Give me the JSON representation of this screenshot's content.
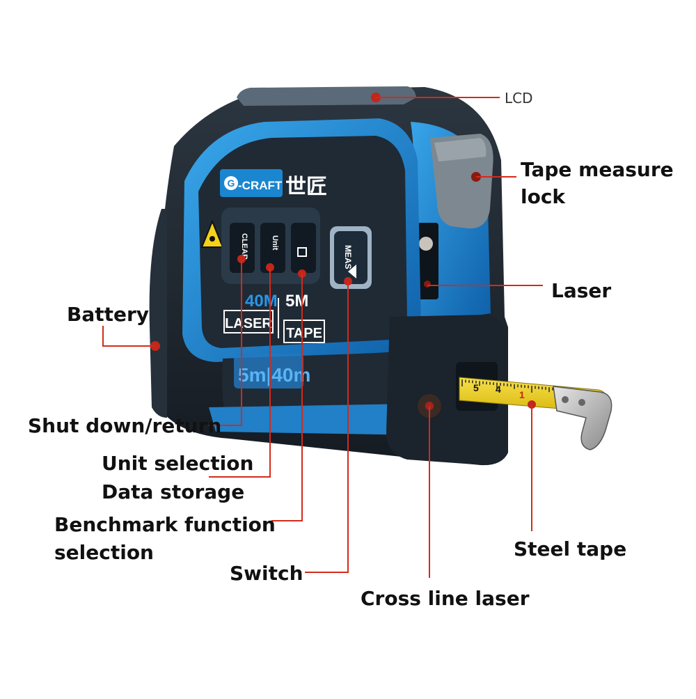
{
  "product": {
    "brand": "G-CRAFT",
    "brand_cn": "世匠",
    "buttons": [
      "CLEAR",
      "Unit",
      "MEAS"
    ],
    "laser_range": "40M",
    "laser_label": "LASER",
    "tape_range": "5M",
    "tape_label": "TAPE",
    "body_text": "5m|40m",
    "tape_marks": [
      "5",
      "4",
      "1"
    ]
  },
  "callouts": {
    "lcd": "LCD",
    "tape_lock_1": "Tape measure",
    "tape_lock_2": "lock",
    "laser": "Laser",
    "battery": "Battery",
    "shutdown": "Shut down/return",
    "unit": "Unit selection",
    "data": "Data storage",
    "benchmark_1": "Benchmark function",
    "benchmark_2": "selection",
    "switch": "Switch",
    "steel_tape": "Steel tape",
    "cross_line": "Cross line laser"
  },
  "colors": {
    "leader_line": "#d42a1a",
    "body_dark": "#1e2630",
    "body_blue": "#1a86d0",
    "tape_yellow": "#f2d21b"
  }
}
